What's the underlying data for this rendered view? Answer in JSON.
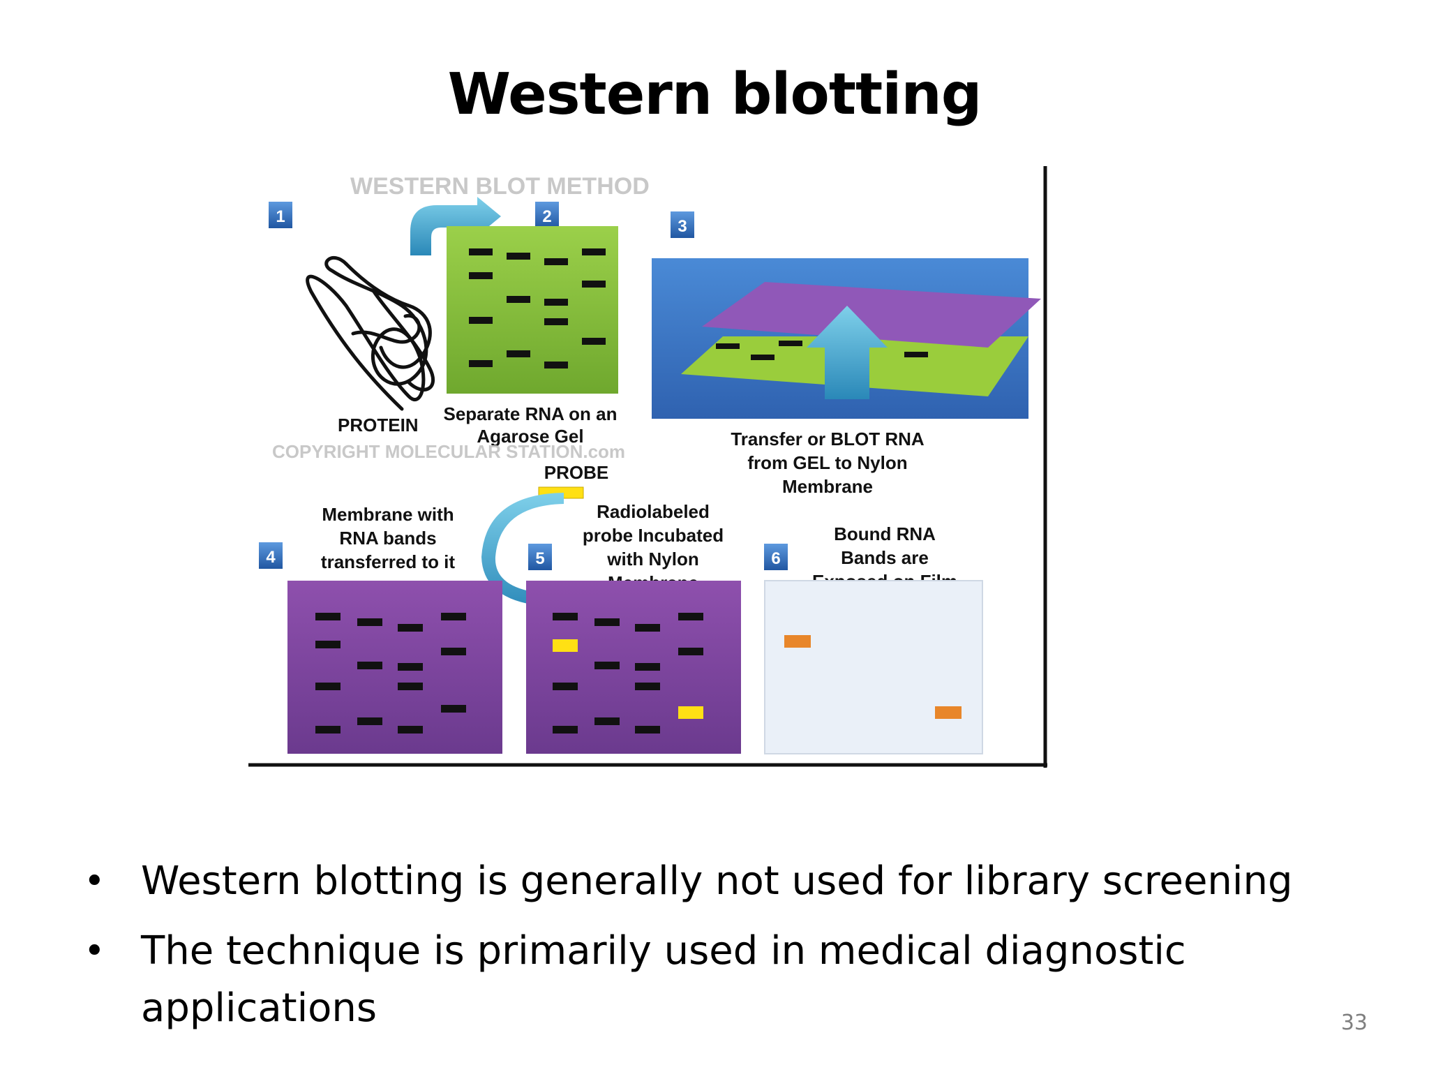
{
  "slide": {
    "title": "Western blotting",
    "page_number": "33"
  },
  "figure": {
    "header": "WESTERN BLOT METHOD",
    "watermark": "COPYRIGHT MOLECULAR STATION.com",
    "steps": [
      {
        "number": "1",
        "caption_lines": [
          "PROTEIN"
        ]
      },
      {
        "number": "2",
        "caption_lines": [
          "Separate RNA on an",
          "Agarose Gel"
        ]
      },
      {
        "number": "3",
        "caption_lines": [
          "Transfer or BLOT RNA",
          "from GEL to Nylon",
          "Membrane"
        ]
      },
      {
        "number": "4",
        "caption_lines": [
          "Membrane with",
          "RNA bands",
          "transferred to it"
        ]
      },
      {
        "number": "5",
        "caption_lines": [
          "Radiolabeled",
          "probe Incubated",
          "with Nylon",
          "Membrane"
        ]
      },
      {
        "number": "6",
        "caption_lines": [
          "Bound RNA",
          "Bands are",
          "Exposed on Film"
        ]
      }
    ],
    "probe_label": "PROBE",
    "colors": {
      "gel_green": "#8dc63f",
      "membrane_purple": "#8b4ca8",
      "transfer_blue": "#3f7fcf",
      "badge_blue": "#2e6db4",
      "probe_yellow": "#ffe014",
      "film_band_orange": "#e8862a",
      "film_background": "#eaf0f8",
      "arrow_teal": "#3aa0c8"
    }
  },
  "bullets": [
    "Western blotting is generally not used for library screening",
    "The technique is primarily used in medical diagnostic applications"
  ]
}
